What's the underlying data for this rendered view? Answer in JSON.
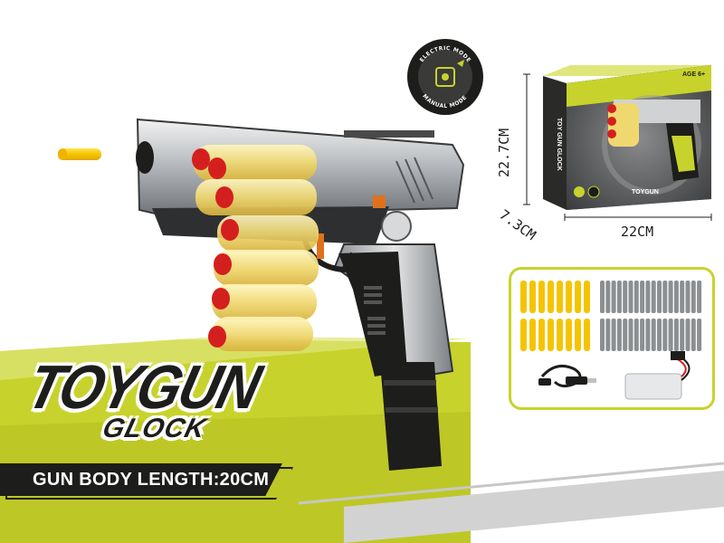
{
  "badge": {
    "top_label": "ELECTRIC MODE",
    "bottom_label": "MANUAL MODE"
  },
  "title": {
    "main": "TOYGUN",
    "sub": "GLOCK"
  },
  "length_label": "GUN BODY LENGTH:20CM",
  "box": {
    "dimensions": {
      "height": "22.7CM",
      "depth": "7.3CM",
      "width": "22CM"
    },
    "age_label": "AGE 6+",
    "side_title": "TOY GUN GLOCK"
  },
  "accessories": {
    "yellow_darts_count": 16,
    "gray_bullets_count": 36
  },
  "colors": {
    "olive": "#c7d32c",
    "charcoal": "#1d1d1b",
    "dart_tip": "#d41f1f",
    "dart_body": "#f5c400",
    "gun_silver": "#b8bcc0"
  }
}
